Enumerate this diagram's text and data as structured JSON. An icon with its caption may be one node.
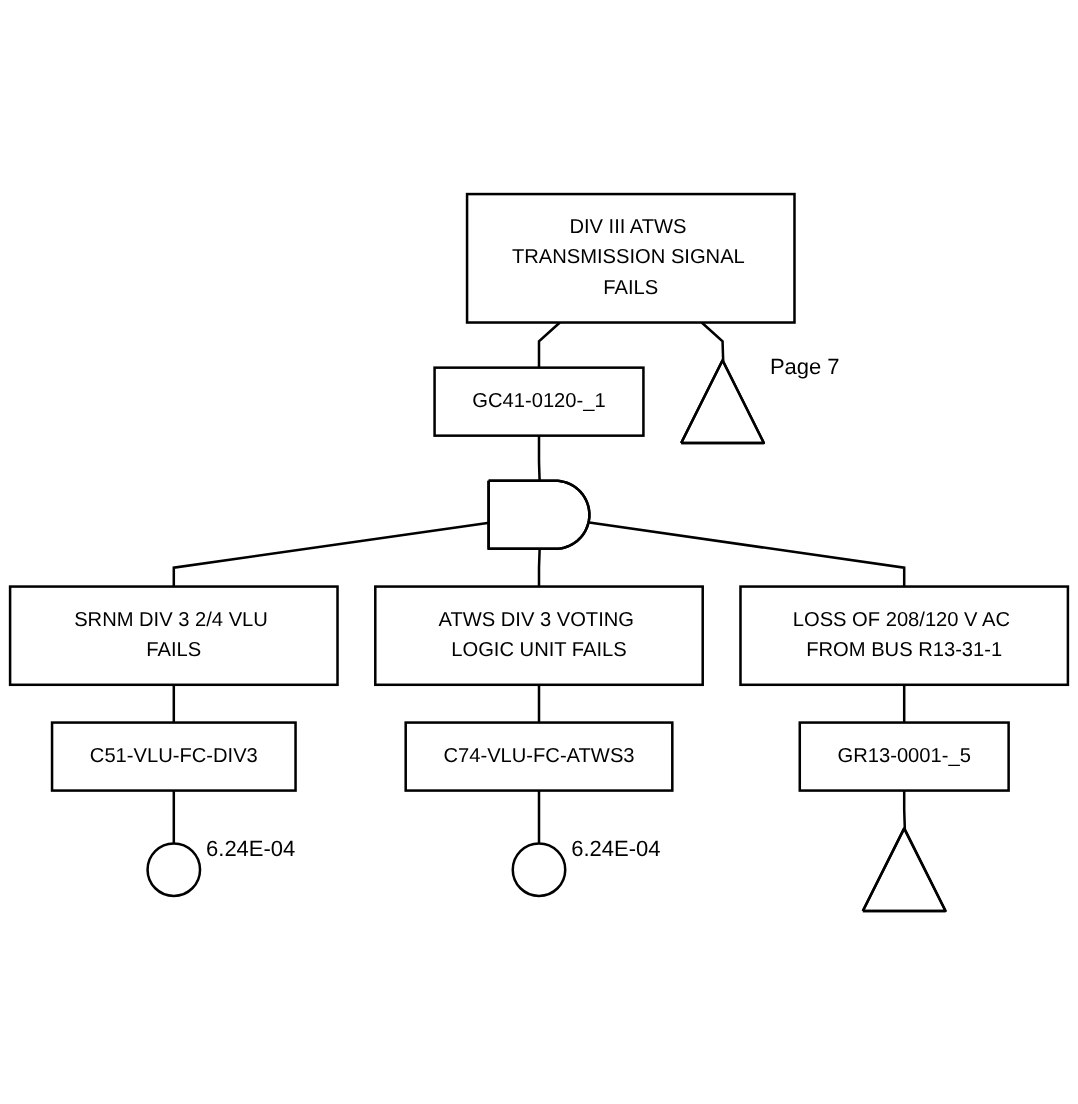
{
  "diagram": {
    "nodes": [
      {
        "text": [
          "DIV III ATWS TRANSMISSION SIGNAL FAILS"
        ]
      },
      {
        "text": [
          "GC41-0120-_1"
        ]
      },
      {
        "text": [],
        "shape": "triangle",
        "beside": [
          "Page 7"
        ]
      },
      {
        "text": [],
        "shape": "gate"
      },
      {
        "text": [
          "SRNM DIV 3 2/4 VLU FAILS"
        ]
      },
      {
        "text": [
          "C51-VLU-FC-DIV3"
        ]
      },
      {
        "text": [],
        "shape": "circle",
        "beside": [
          "6.24E-04"
        ]
      },
      {
        "text": [
          "LOSS OF 208/120 V AC FROM BUS R13-31-1"
        ]
      },
      {
        "text": [
          "GR13-0001-_5"
        ]
      },
      {
        "text": [],
        "shape": "triangle"
      },
      {
        "text": [
          "ATWS DIV 3 VOTING LOGIC UNIT FAILS"
        ]
      },
      {
        "text": [
          "C74-VLU-FC-ATWS3"
        ]
      },
      {
        "text": [],
        "shape": "circle",
        "beside": [
          "6.24E-04"
        ]
      }
    ],
    "edges": [
      {
        "from": 0,
        "to": 2,
        "arrow": "none"
      },
      {
        "from": 0,
        "to": 1,
        "arrow": "none"
      },
      {
        "from": 1,
        "to": 3,
        "arrow": "none"
      },
      {
        "from": 3,
        "to": 4,
        "arrow": "none"
      },
      {
        "from": 3,
        "to": 10,
        "arrow": "none"
      },
      {
        "from": 3,
        "to": 7,
        "arrow": "none"
      },
      {
        "from": 4,
        "to": 5,
        "arrow": "none"
      },
      {
        "from": 5,
        "to": 6,
        "arrow": "none"
      },
      {
        "from": 7,
        "to": 8,
        "arrow": "none"
      },
      {
        "from": 8,
        "to": 9,
        "arrow": "none"
      },
      {
        "from": 10,
        "to": 11,
        "arrow": "none"
      },
      {
        "from": 11,
        "to": 12,
        "arrow": "none"
      }
    ]
  }
}
